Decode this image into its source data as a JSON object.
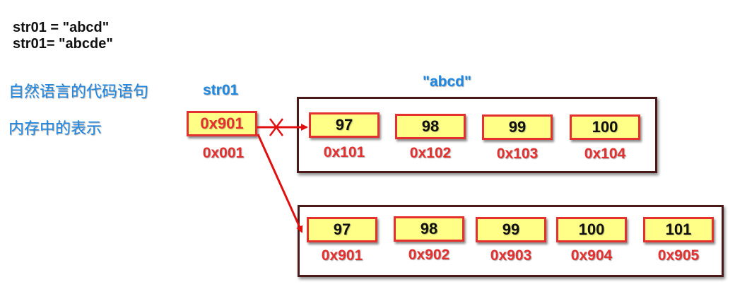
{
  "code_lines": [
    "str01 = \"abcd\"",
    "str01= \"abcde\""
  ],
  "labels": {
    "natural_language": "自然语言的代码语句",
    "memory_repr": "内存中的表示",
    "var_name": "str01",
    "string_literal": "\"abcd\""
  },
  "pointer": {
    "value": "0x901",
    "address": "0x001"
  },
  "array1": [
    {
      "value": "97",
      "address": "0x101"
    },
    {
      "value": "98",
      "address": "0x102"
    },
    {
      "value": "99",
      "address": "0x103"
    },
    {
      "value": "100",
      "address": "0x104"
    }
  ],
  "array2": [
    {
      "value": "97",
      "address": "0x901"
    },
    {
      "value": "98",
      "address": "0x902"
    },
    {
      "value": "99",
      "address": "0x903"
    },
    {
      "value": "100",
      "address": "0x904"
    },
    {
      "value": "101",
      "address": "0x905"
    }
  ],
  "colors": {
    "cell_fill": "#ffff88",
    "cell_border": "#e53030",
    "container_border": "#4a1a1a",
    "label_blue": "#1e88e5",
    "address_red": "#e53030",
    "arrow_red": "#e01010"
  },
  "arrow_cross_mark": "x"
}
